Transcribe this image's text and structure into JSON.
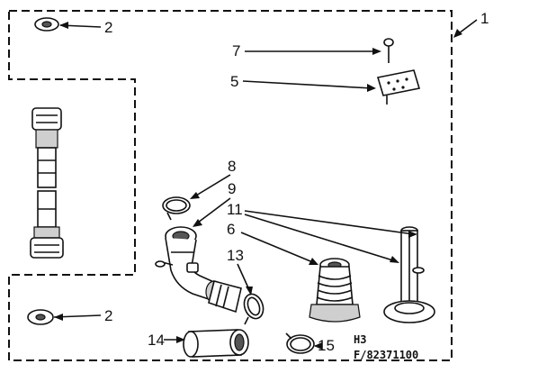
{
  "callouts": {
    "c1": "1",
    "c2_top": "2",
    "c2_bottom": "2",
    "c5": "5",
    "c6": "6",
    "c7": "7",
    "c8": "8",
    "c9": "9",
    "c11": "11",
    "c13": "13",
    "c14": "14",
    "c15": "15"
  },
  "footer": {
    "line1": "H3",
    "line2": "F/82371100"
  }
}
